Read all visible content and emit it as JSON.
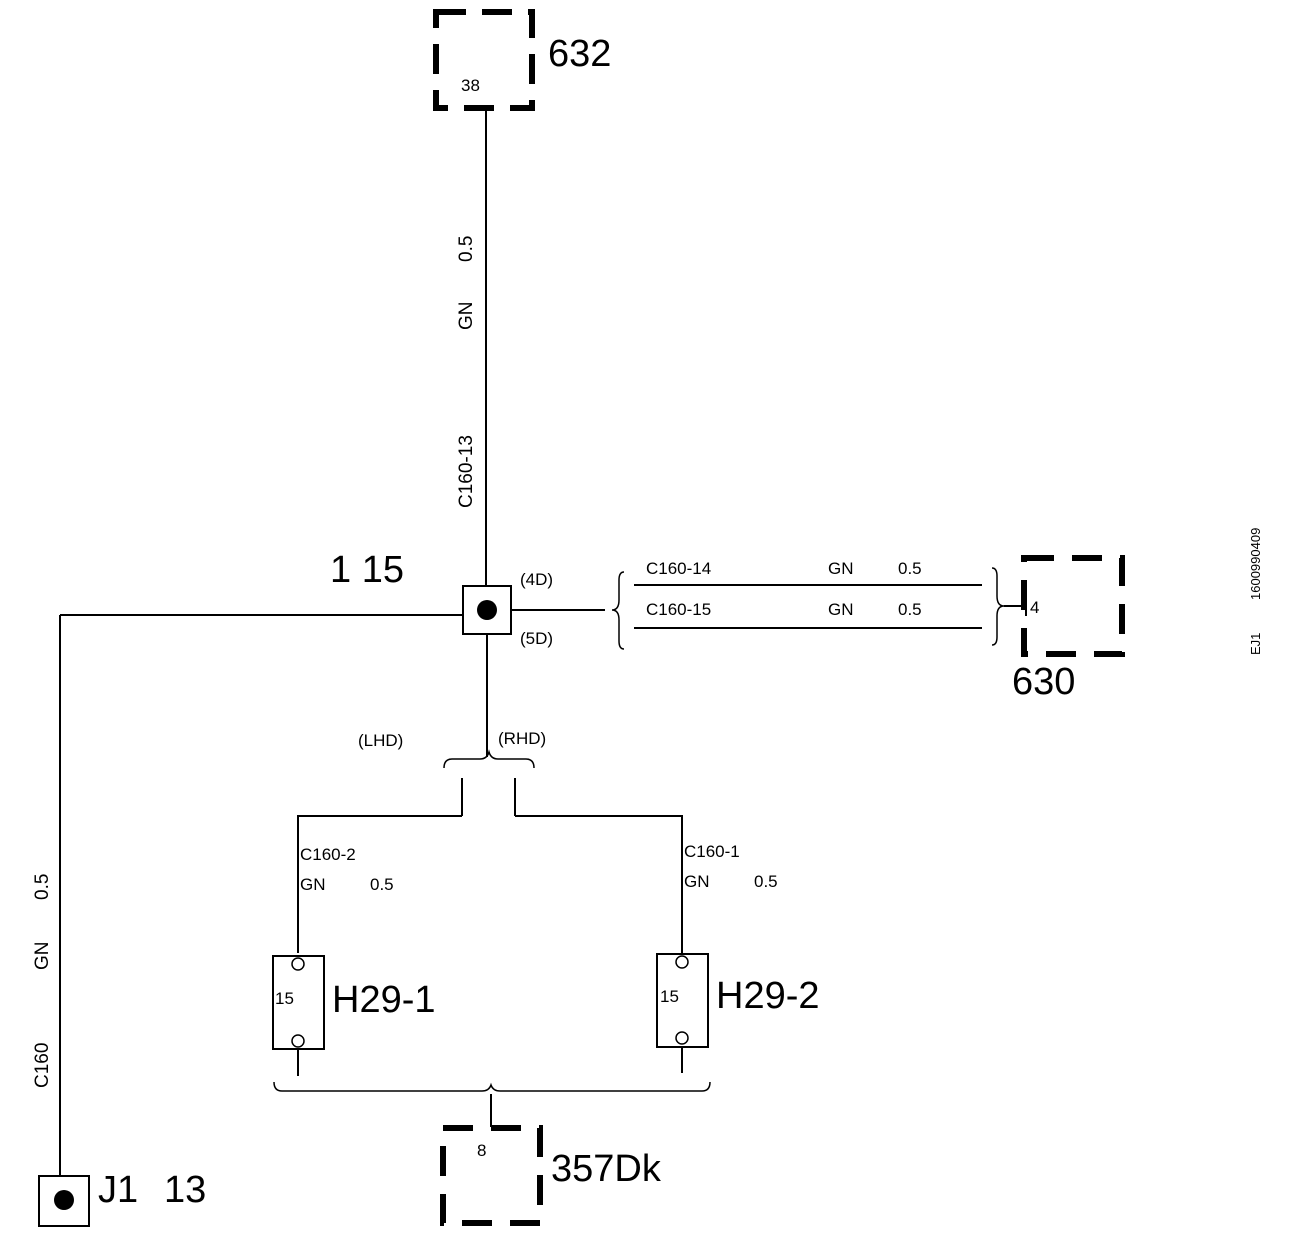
{
  "components": {
    "top_module": {
      "id": "632",
      "pin": "38"
    },
    "right_module": {
      "id": "630",
      "pin": "4"
    },
    "bottom_module": {
      "id": "357Dk",
      "pin": "8"
    },
    "splice": {
      "id": "1 15",
      "upper_note": "(4D)",
      "lower_note": "(5D)"
    },
    "ground": {
      "id": "J1",
      "pin": "13"
    },
    "lamp_left": {
      "id": "H29-1",
      "pin": "15"
    },
    "lamp_right": {
      "id": "H29-2",
      "pin": "15"
    }
  },
  "wires": {
    "vertical_top": {
      "connector": "C160-13",
      "color": "GN",
      "size": "0.5"
    },
    "right_upper": {
      "connector": "C160-14",
      "color": "GN",
      "size": "0.5"
    },
    "right_lower": {
      "connector": "C160-15",
      "color": "GN",
      "size": "0.5"
    },
    "left_vertical": {
      "connector": "C160",
      "color": "GN",
      "size": "0.5"
    },
    "lamp_left_feed": {
      "connector": "C160-2",
      "color": "GN",
      "size": "0.5"
    },
    "lamp_right_feed": {
      "connector": "C160-1",
      "color": "GN",
      "size": "0.5"
    }
  },
  "variants": {
    "left": "(LHD)",
    "right": "(RHD)"
  },
  "reference": {
    "code": "1600990409",
    "sheet": "EJ1"
  }
}
